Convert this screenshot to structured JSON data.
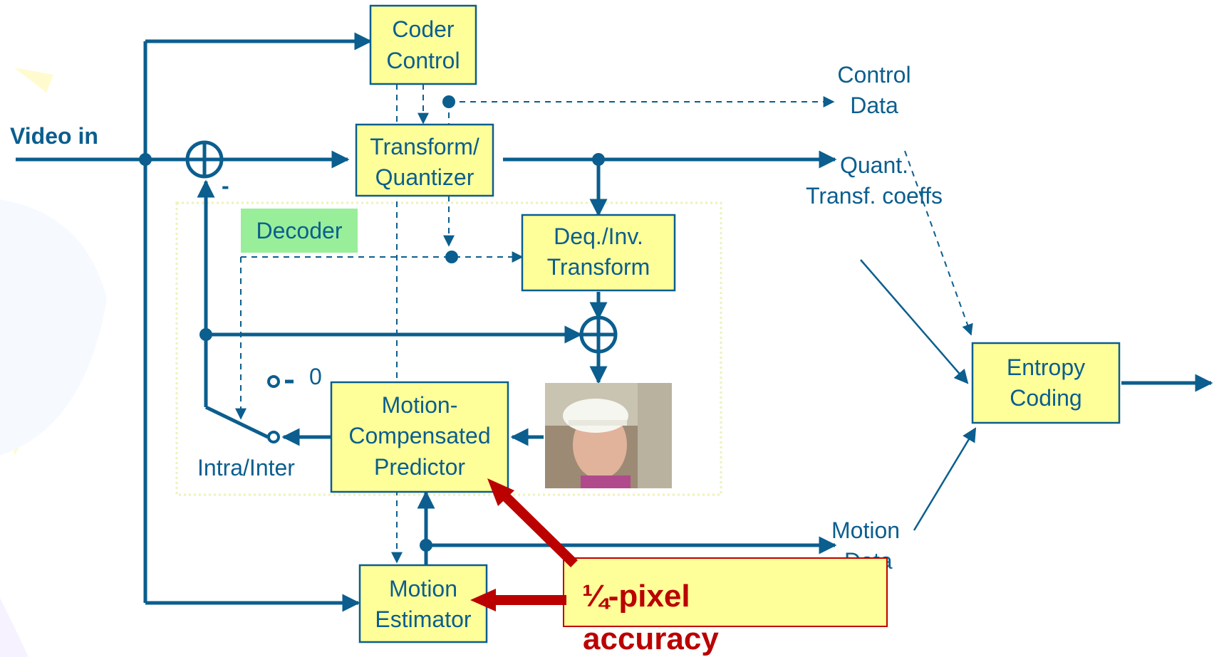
{
  "input_label": "Video in",
  "minus_sign": "-",
  "blocks": {
    "coder_control": [
      "Coder",
      "Control"
    ],
    "transform": [
      "Transform/",
      "Quantizer"
    ],
    "deq": [
      "Deq./Inv.",
      "Transform"
    ],
    "mcp": [
      "Motion-",
      "Compensated",
      "Predictor"
    ],
    "me": [
      "Motion",
      "Estimator"
    ],
    "entropy": [
      "Entropy",
      "Coding"
    ]
  },
  "decoder_label": "Decoder",
  "zero_label": "0",
  "intra_inter_label": "Intra/Inter",
  "outputs": {
    "control_data": [
      "Control",
      "Data"
    ],
    "quant_coeffs": [
      "Quant.",
      "Transf. coeffs"
    ],
    "motion_data": [
      "Motion",
      "Data"
    ]
  },
  "callout": [
    "¼-pixel",
    "accuracy"
  ],
  "colors": {
    "line": "#0b5e8e",
    "block_fill": "#ffff99",
    "decoder_fill": "#99ee99",
    "callout_red": "#bb0000"
  }
}
